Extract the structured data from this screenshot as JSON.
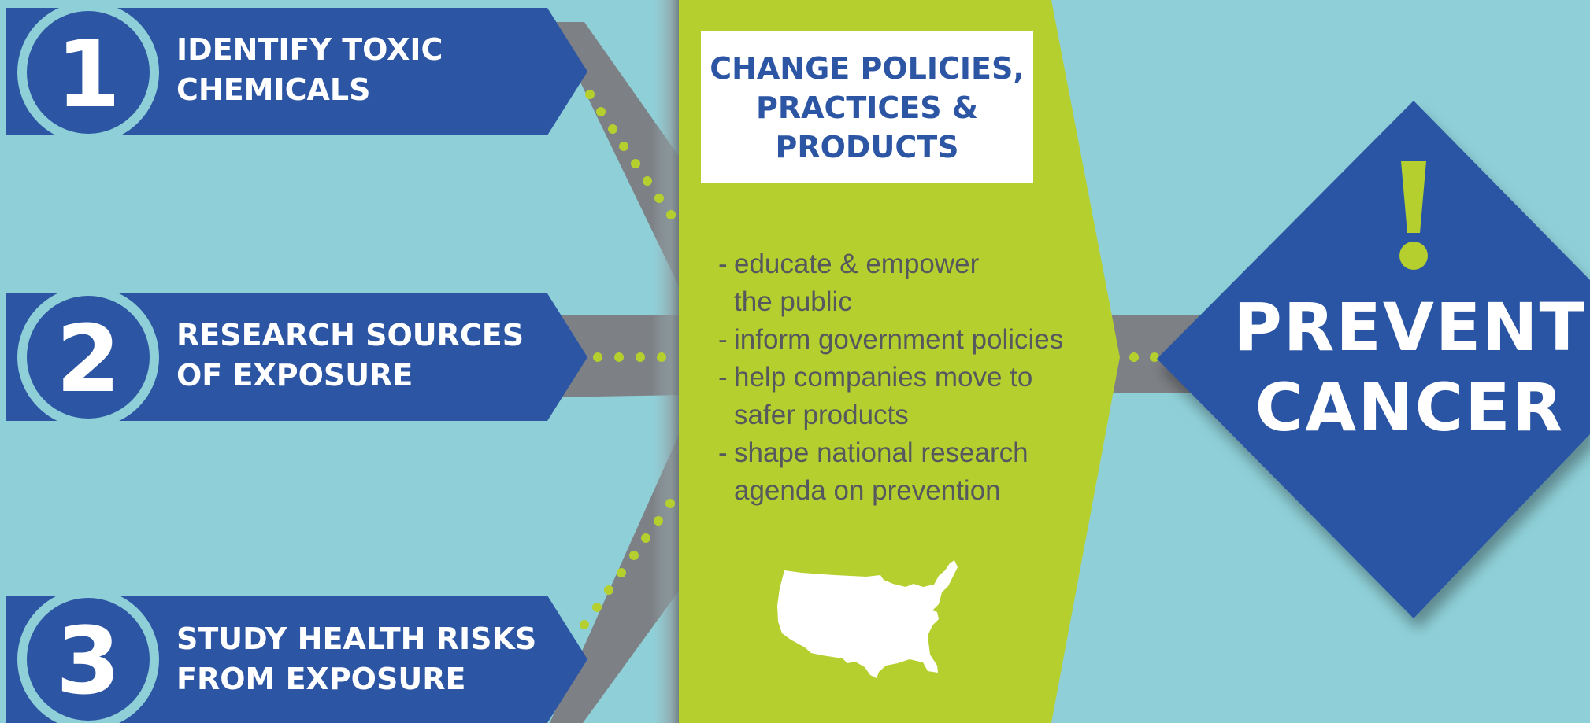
{
  "steps": [
    {
      "number": "1",
      "lines": [
        "IDENTIFY TOXIC",
        "CHEMICALS"
      ]
    },
    {
      "number": "2",
      "lines": [
        "RESEARCH SOURCES",
        "OF EXPOSURE"
      ]
    },
    {
      "number": "3",
      "lines": [
        "STUDY HEALTH RISKS",
        "FROM EXPOSURE"
      ]
    }
  ],
  "policy": {
    "title_lines": [
      "CHANGE POLICIES,",
      "PRACTICES &",
      "PRODUCTS"
    ],
    "actions": [
      {
        "dash": "-",
        "lines": [
          "educate & empower",
          "the public"
        ]
      },
      {
        "dash": "-",
        "lines": [
          "inform government policies"
        ]
      },
      {
        "dash": "-",
        "lines": [
          "help companies move to",
          "safer products"
        ]
      },
      {
        "dash": "-",
        "lines": [
          "shape national research",
          "agenda on prevention"
        ]
      }
    ],
    "map_icon": "usa-map-icon"
  },
  "goal": {
    "lines": [
      "PREVENT",
      "CANCER"
    ],
    "icon": "exclamation-icon"
  },
  "colors": {
    "background": "#8fd0d8",
    "step_blue": "#2c55a4",
    "ring": "#8fd0d8",
    "road": "#7d8084",
    "dots": "#b5cf2f",
    "policy_green": "#b5cf2f",
    "text_gray": "#55595d",
    "white": "#ffffff"
  }
}
